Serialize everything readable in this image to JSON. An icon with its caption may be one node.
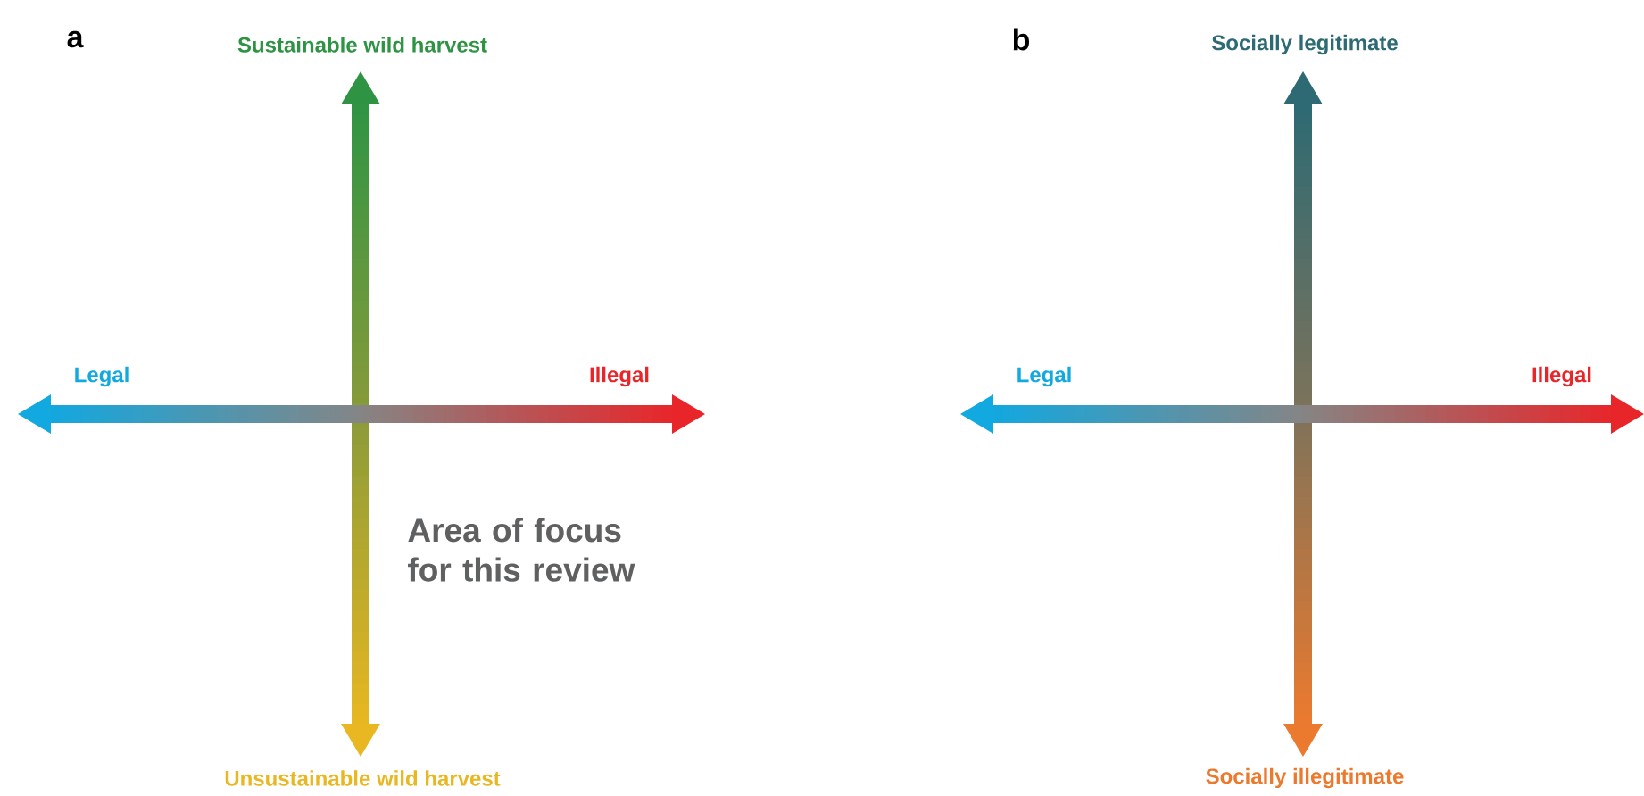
{
  "diagram": {
    "labels": [
      "a",
      "Sustainable wild harvest",
      "Legal",
      "Illegal",
      "Area of focus for this review",
      "Unsustainable wild harvest",
      "b",
      "Socially legitimate",
      "Legal",
      "Illegal",
      "Socially illegitimate"
    ]
  }
}
